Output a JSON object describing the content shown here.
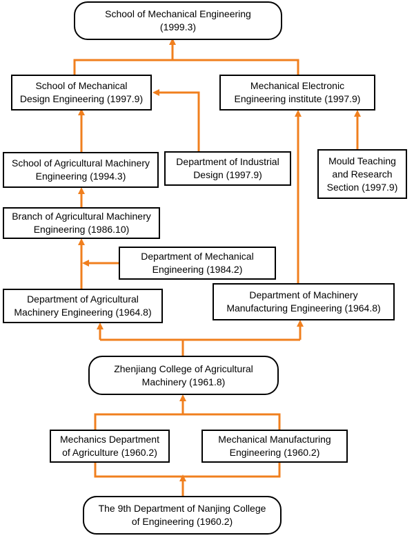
{
  "diagram": {
    "line_color": "#f07f1e",
    "nodes": {
      "school_me": "School of Mechanical Engineering\n(1999.3)",
      "school_mde": "School of Mechanical\nDesign Engineering (1997.9)",
      "mei": "Mechanical Electronic\nEngineering institute (1997.9)",
      "school_ame": "School of Agricultural Machinery\nEngineering (1994.3)",
      "dept_id": "Department of Industrial\nDesign (1997.9)",
      "mould": "Mould Teaching\nand Research\nSection (1997.9)",
      "branch_ame": "Branch of Agricultural Machinery\nEngineering (1986.10)",
      "dept_me": "Department of Mechanical\nEngineering (1984.2)",
      "dept_ame": "Department of Agricultural\nMachinery Engineering (1964.8)",
      "dept_mme": "Department of Machinery\nManufacturing Engineering (1964.8)",
      "zhenjiang": "Zhenjiang College of Agricultural\nMachinery (1961.8)",
      "mech_agri": "Mechanics Department\nof Agriculture (1960.2)",
      "mech_manu": "Mechanical Manufacturing\nEngineering (1960.2)",
      "nanjing": "The 9th Department of  Nanjing College\nof Engineering (1960.2)"
    }
  }
}
